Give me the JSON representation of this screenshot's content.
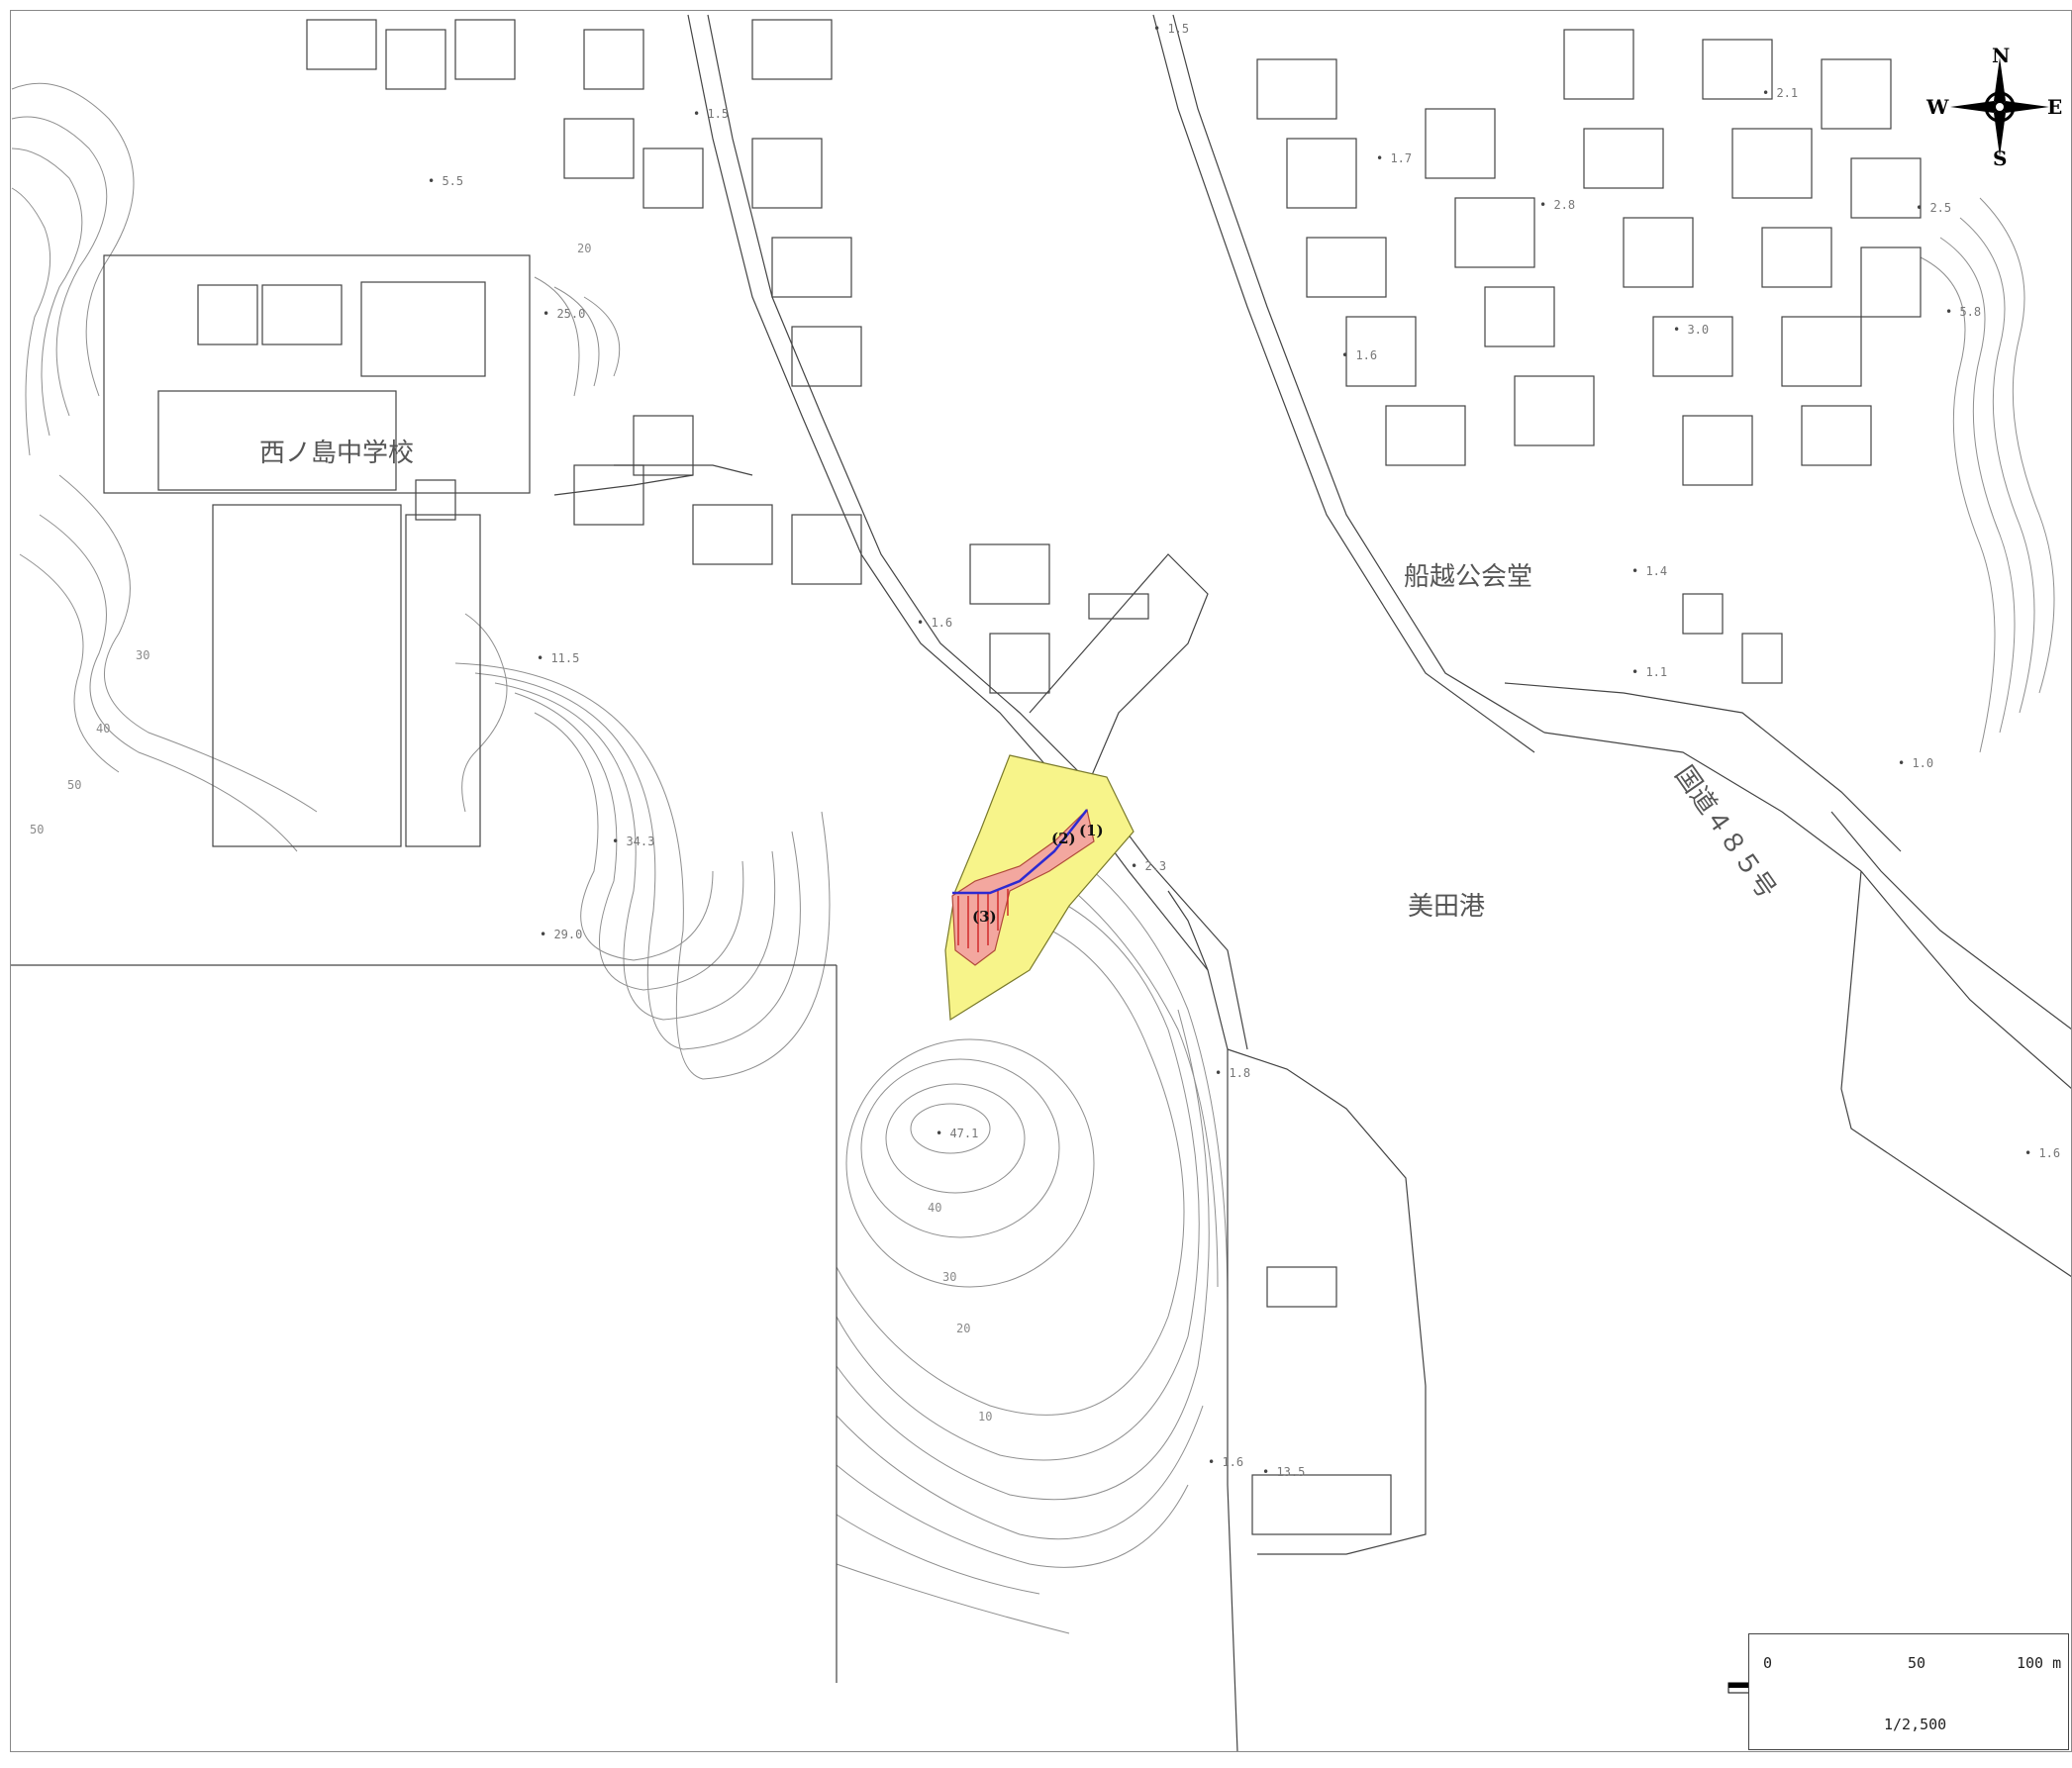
{
  "labels": {
    "school": "西ノ島中学校",
    "hall": "船越公会堂",
    "port": "美田港",
    "route": "国道４８５号"
  },
  "zones": {
    "z1": "(1)",
    "z2": "(2)",
    "z3": "(3)"
  },
  "spot_heights": [
    "1.5",
    "1.5",
    "5.5",
    "25.0",
    "11.5",
    "1.6",
    "34.3",
    "29.0",
    "2.3",
    "1.8",
    "47.1",
    "1.6",
    "13.5",
    "1.7",
    "2.1",
    "2.8",
    "2.5",
    "1.6",
    "3.0",
    "5.8",
    "1.4",
    "1.1",
    "1.0",
    "1.6"
  ],
  "contour_labels": [
    "20",
    "30",
    "40",
    "50",
    "50",
    "40",
    "30",
    "20",
    "10"
  ],
  "compass": {
    "n": "N",
    "s": "S",
    "e": "E",
    "w": "W"
  },
  "scale": {
    "zero": "0",
    "mid": "50",
    "end": "100 m",
    "ratio": "1/2,500"
  },
  "colors": {
    "yellow_zone": "#f7f48a",
    "red_zone": "#f3a79f",
    "line": "#444444"
  }
}
